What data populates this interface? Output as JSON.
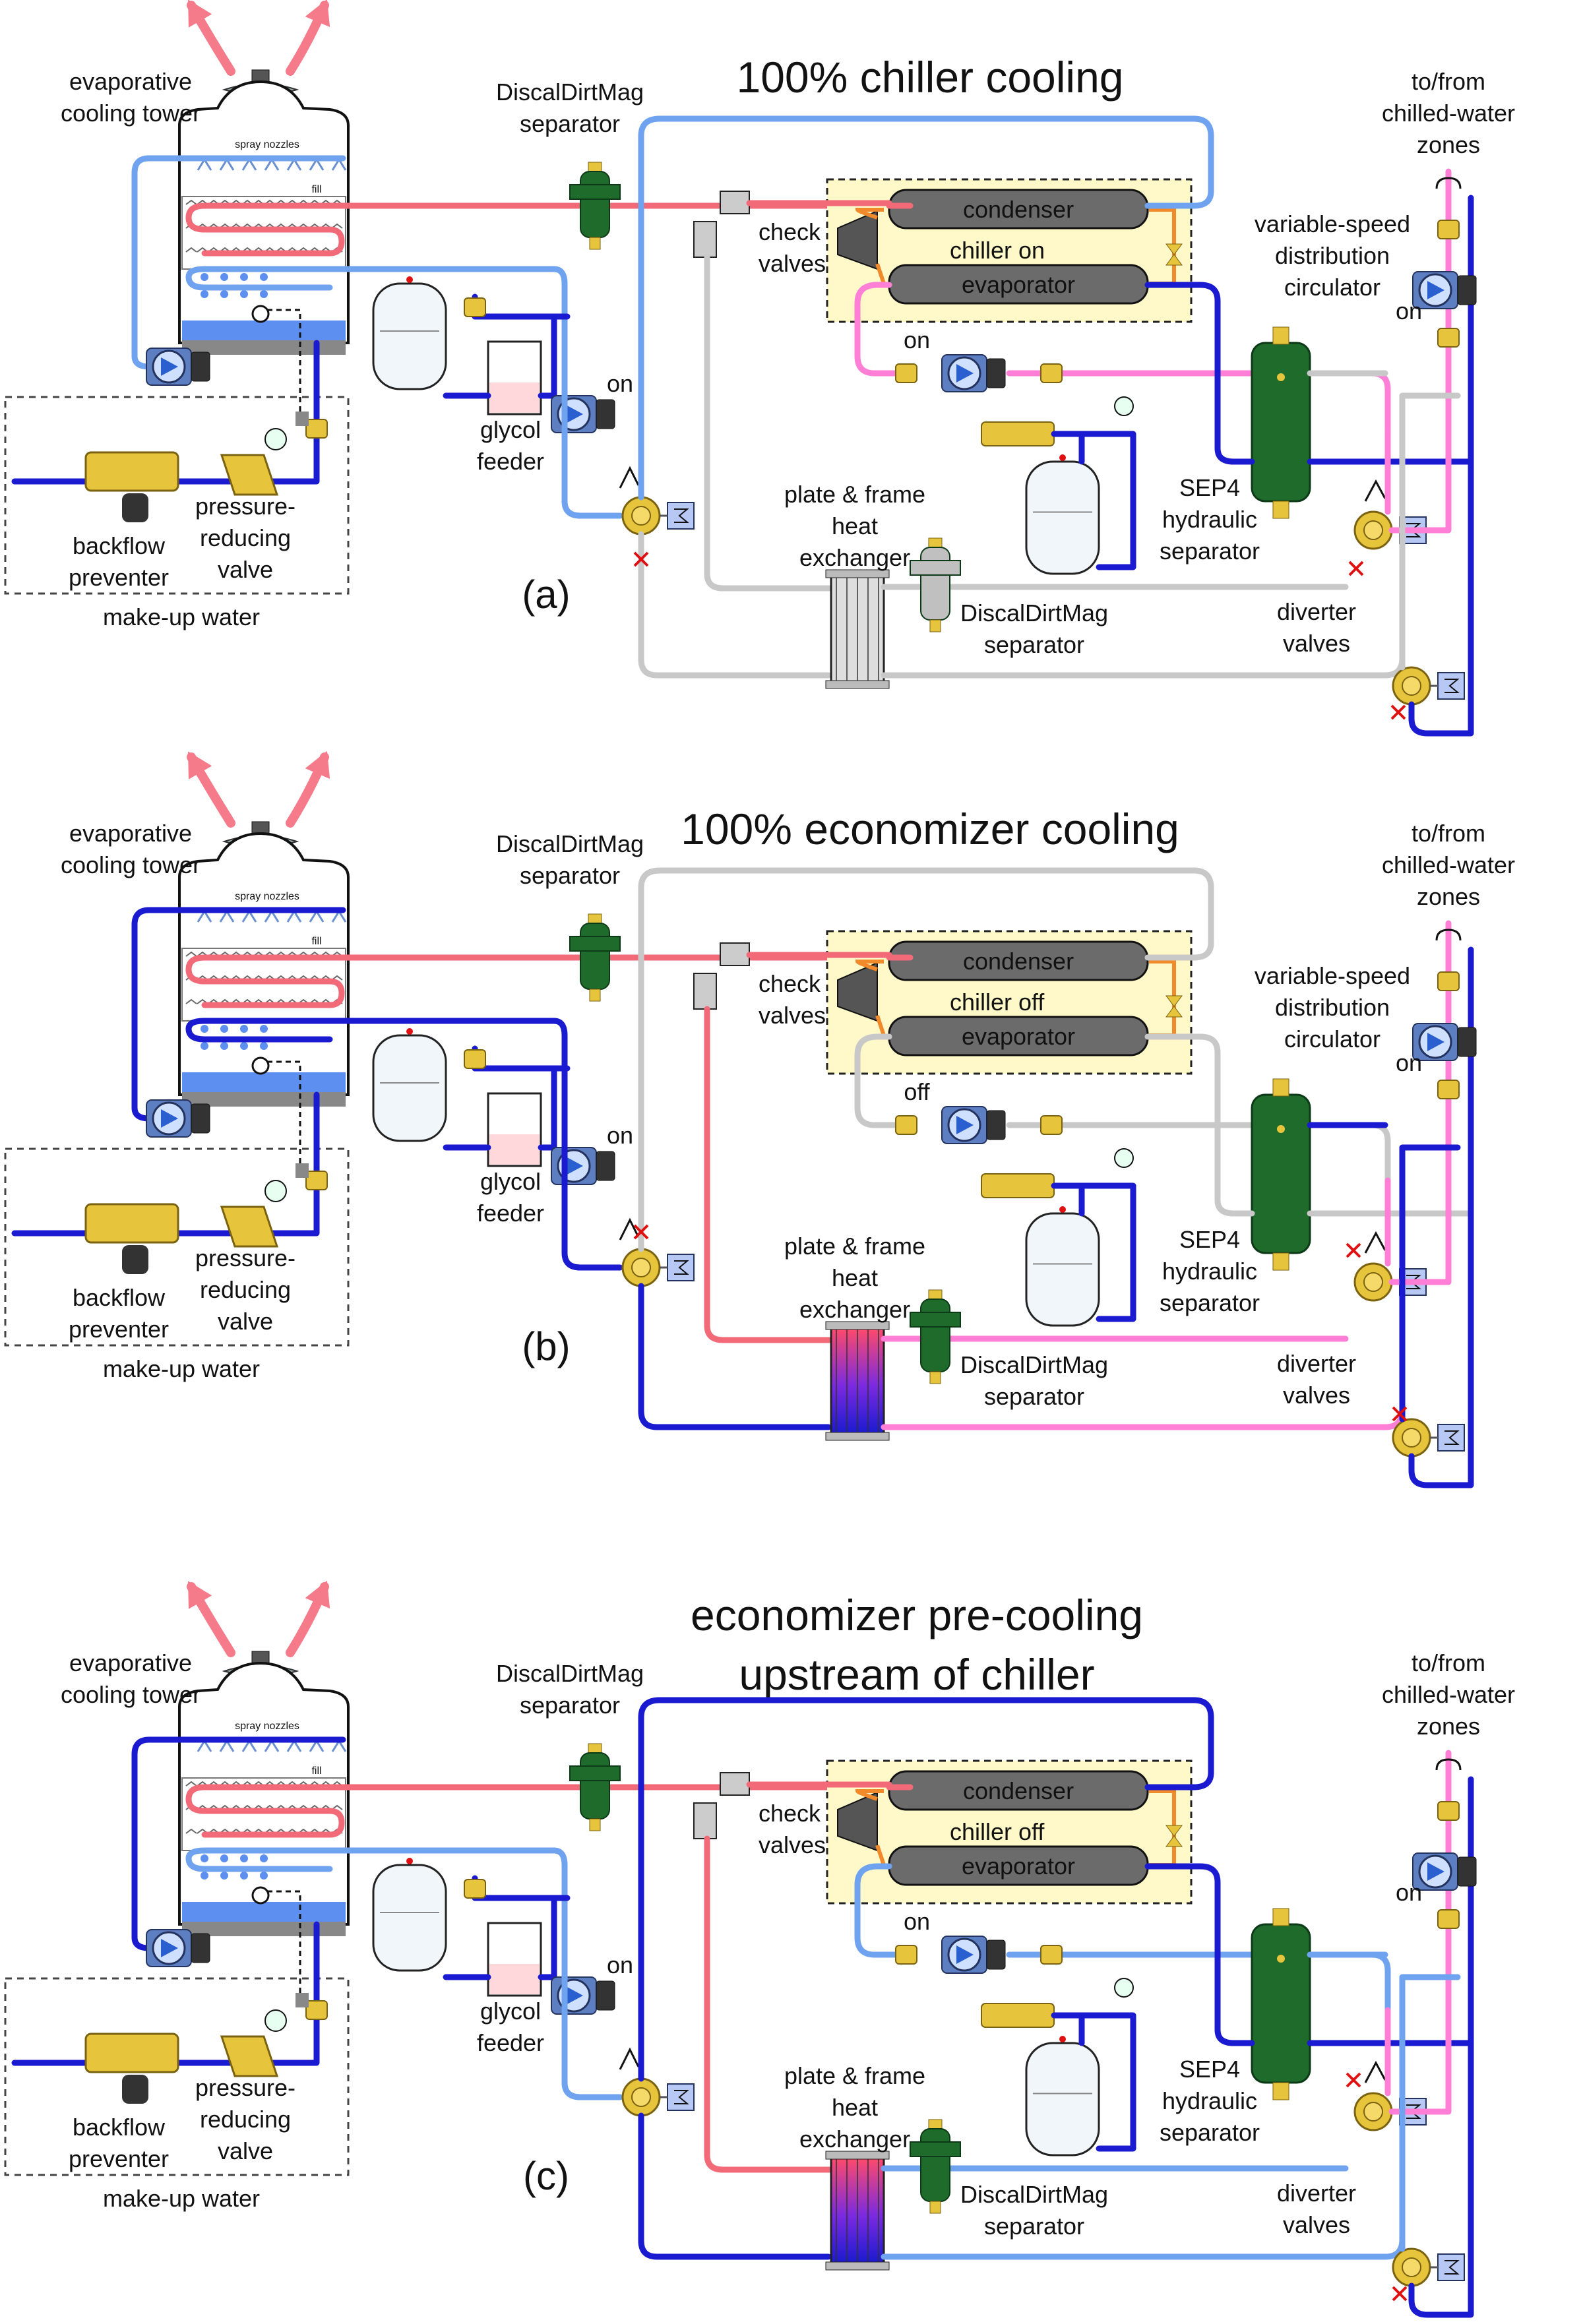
{
  "colors": {
    "hot": "#f26a78",
    "cool": "#6fa3ef",
    "cold": "#1a1ad0",
    "idle": "#c8c8c8",
    "mid": "#3a4fe0",
    "zone_supply": "#ff7fd6",
    "on": "#1aa51a",
    "off": "#e01010",
    "brass": "#e6c43c",
    "sep_green": "#1f6b2c",
    "chiller_bg": "#fff8c8",
    "heat_arrow": "#f57a8a"
  },
  "labels": {
    "cooling_tower": [
      "evaporative",
      "cooling tower"
    ],
    "spray": "spray nozzles",
    "fill": "fill",
    "dirtmag": [
      "DiscalDirtMag",
      "separator"
    ],
    "check": [
      "check",
      "valves"
    ],
    "condenser": "condenser",
    "chiller": "chiller",
    "evaporator": "evaporator",
    "zones": [
      "to/from",
      "chilled-water",
      "zones"
    ],
    "circulator": [
      "variable-speed",
      "distribution",
      "circulator"
    ],
    "glycol": [
      "glycol",
      "feeder"
    ],
    "backflow": [
      "backflow",
      "preventer"
    ],
    "prv": [
      "pressure-",
      "reducing",
      "valve"
    ],
    "makeup": "make-up water",
    "hx": [
      "plate & frame",
      "heat",
      "exchanger"
    ],
    "sep4": [
      "SEP4",
      "hydraulic",
      "separator"
    ],
    "diverter": [
      "diverter",
      "valves"
    ],
    "on": "on",
    "off": "off"
  },
  "panels": [
    {
      "id": "a",
      "letter": "(a)",
      "title": [
        "100% chiller cooling"
      ],
      "chiller_state": "on",
      "chiller_pump_state": "on",
      "tower_pump_state": "on",
      "zone_pump_state": "on"
    },
    {
      "id": "b",
      "letter": "(b)",
      "title": [
        "100% economizer cooling"
      ],
      "chiller_state": "off",
      "chiller_pump_state": "off",
      "tower_pump_state": "on",
      "zone_pump_state": "on"
    },
    {
      "id": "c",
      "letter": "(c)",
      "title": [
        "economizer pre-cooling",
        "upstream of chiller"
      ],
      "chiller_state": "off",
      "chiller_pump_state": "on",
      "tower_pump_state": "on",
      "zone_pump_state": "on"
    }
  ]
}
